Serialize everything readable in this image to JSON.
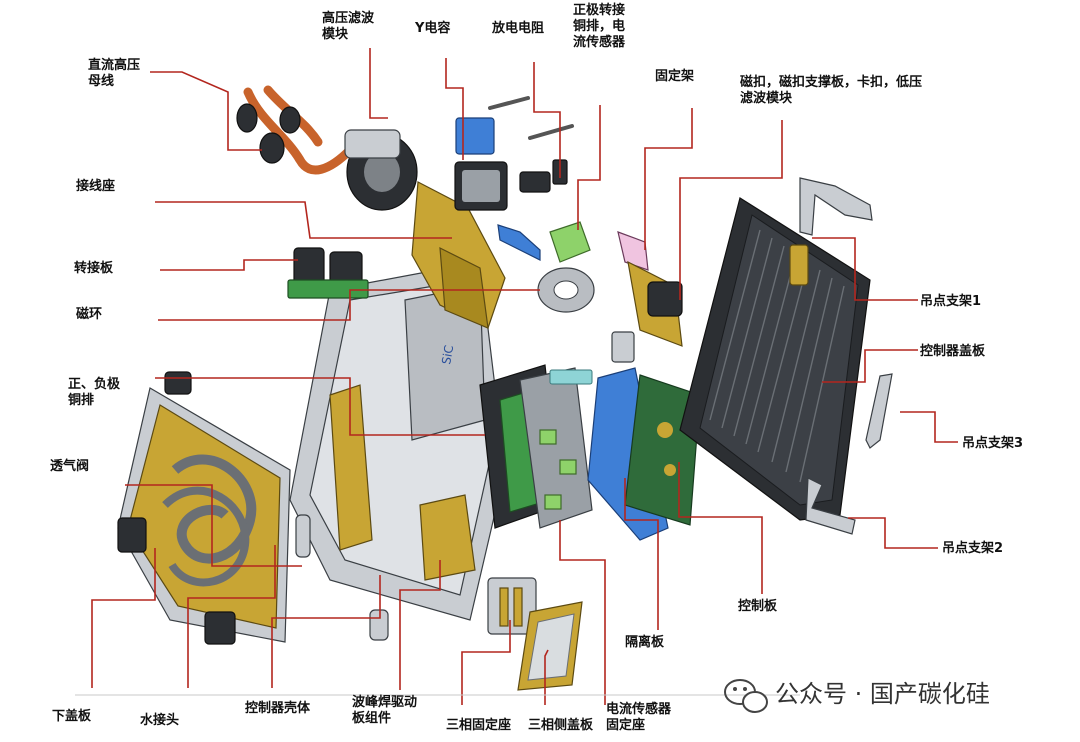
{
  "labels": {
    "hv_filter": "高压滤波\n模块",
    "y_cap": "Y电容",
    "discharge_res": "放电电阻",
    "pos_busbar_sensor": "正极转接\n铜排，电\n流传感器",
    "dc_hv_bus": "直流高压\n母线",
    "fixing_frame": "固定架",
    "magnetic_buckle": "磁扣，磁扣支撑板，卡扣，低压\n滤波模块",
    "terminal_block": "接线座",
    "adapter_board": "转接板",
    "magnetic_ring": "磁环",
    "pn_busbar": "正、负极\n铜排",
    "vent_valve": "透气阀",
    "hanger_1": "吊点支架1",
    "controller_cover": "控制器盖板",
    "hanger_3": "吊点支架3",
    "hanger_2": "吊点支架2",
    "control_board": "控制板",
    "isolation_plate": "隔离板",
    "bottom_cover": "下盖板",
    "water_connector": "水接头",
    "controller_housing": "控制器壳体",
    "wave_solder_driver": "波峰焊驱动\n板组件",
    "three_phase_mount": "三相固定座",
    "three_phase_side_cover": "三相侧盖板",
    "current_sensor_mount": "电流传感器\n固定座"
  },
  "watermark": {
    "text": "公众号 · 国产碳化硅",
    "icon": "wechat-icon"
  },
  "colors": {
    "leader": "#b3261e",
    "text": "#111111"
  }
}
